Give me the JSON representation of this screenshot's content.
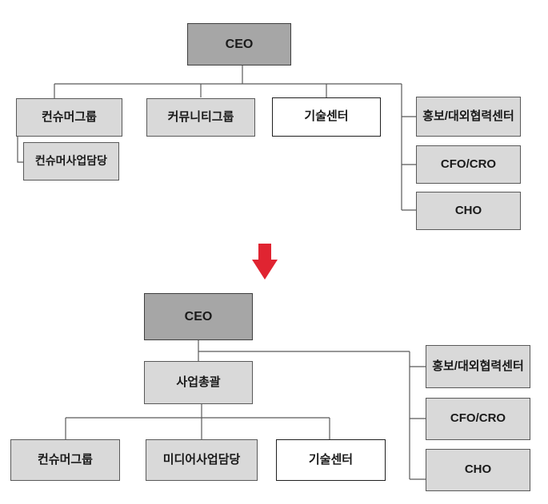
{
  "diagram": {
    "type": "org-chart-before-after",
    "before": {
      "ceo": {
        "label": "CEO"
      },
      "consumer_group": {
        "label": "컨슈머그룹"
      },
      "community_group": {
        "label": "커뮤니티그룹"
      },
      "tech_center": {
        "label": "기술센터"
      },
      "consumer_business": {
        "label": "컨슈머사업담당"
      },
      "pr_center": {
        "label": "홍보/대외협력센터"
      },
      "cfo_cro": {
        "label": "CFO/CRO"
      },
      "cho": {
        "label": "CHO"
      }
    },
    "after": {
      "ceo": {
        "label": "CEO"
      },
      "business_head": {
        "label": "사업총괄"
      },
      "consumer_group": {
        "label": "컨슈머그룹"
      },
      "media_business": {
        "label": "미디어사업담당"
      },
      "tech_center": {
        "label": "기술센터"
      },
      "pr_center": {
        "label": "홍보/대외협력센터"
      },
      "cfo_cro": {
        "label": "CFO/CRO"
      },
      "cho": {
        "label": "CHO"
      }
    },
    "arrow": {
      "direction": "down",
      "color": "#e02431"
    },
    "colors": {
      "ceo_box_fill": "#a6a6a6",
      "group_box_fill": "#d9d9d9",
      "highlight_box_fill": "#ffffff",
      "box_border": "#595959",
      "connector": "#595959",
      "text": "#1a1a1a"
    }
  }
}
